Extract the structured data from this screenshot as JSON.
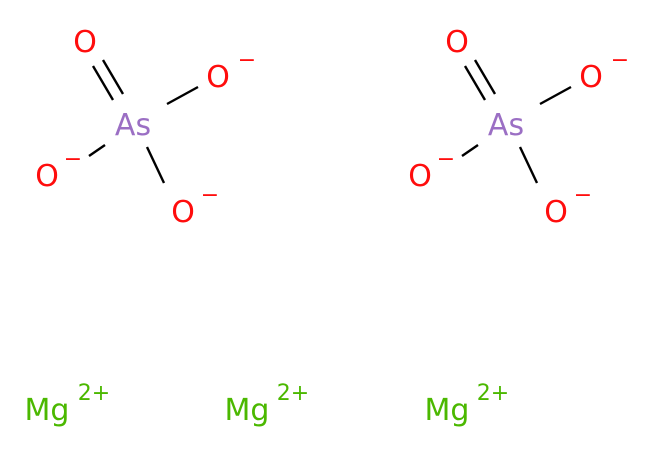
{
  "colors": {
    "oxygen": "#ff0d0d",
    "arsenic": "#9b6fc4",
    "magnesium": "#4bb800",
    "bond": "#000000",
    "background": "#ffffff"
  },
  "labels": {
    "arsenic": "As",
    "oxygen": "O",
    "minus": "−",
    "magnesium": "Mg",
    "mg_charge": "2+"
  },
  "arsenate_ions": [
    {
      "id": "arsenate-1"
    },
    {
      "id": "arsenate-2"
    }
  ],
  "magnesium_ions": [
    {
      "id": "mg-1"
    },
    {
      "id": "mg-2"
    },
    {
      "id": "mg-3"
    }
  ]
}
